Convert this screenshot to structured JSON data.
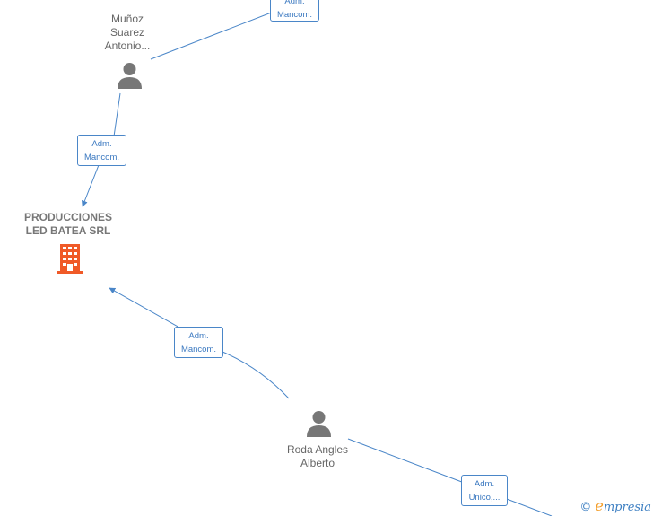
{
  "people": {
    "munoz": {
      "line1": "Muñoz",
      "line2": "Suarez",
      "line3": "Antonio..."
    },
    "roda": {
      "line1": "Roda Angles",
      "line2": "Alberto"
    }
  },
  "company": {
    "line1": "PRODUCCIONES",
    "line2": "LED BATEA SRL"
  },
  "edges": {
    "top": {
      "line1": "Adm.",
      "line2": "Mancom."
    },
    "munoz_company": {
      "line1": "Adm.",
      "line2": "Mancom."
    },
    "roda_company": {
      "line1": "Adm.",
      "line2": "Mancom."
    },
    "roda_out": {
      "line1": "Adm.",
      "line2": "Unico,..."
    }
  },
  "watermark": {
    "copyright": "©",
    "brand_initial": "e",
    "brand_rest": "mpresia"
  },
  "colors": {
    "edge": "#4a86c8",
    "person_icon": "#777777",
    "company_icon": "#f05a28"
  }
}
